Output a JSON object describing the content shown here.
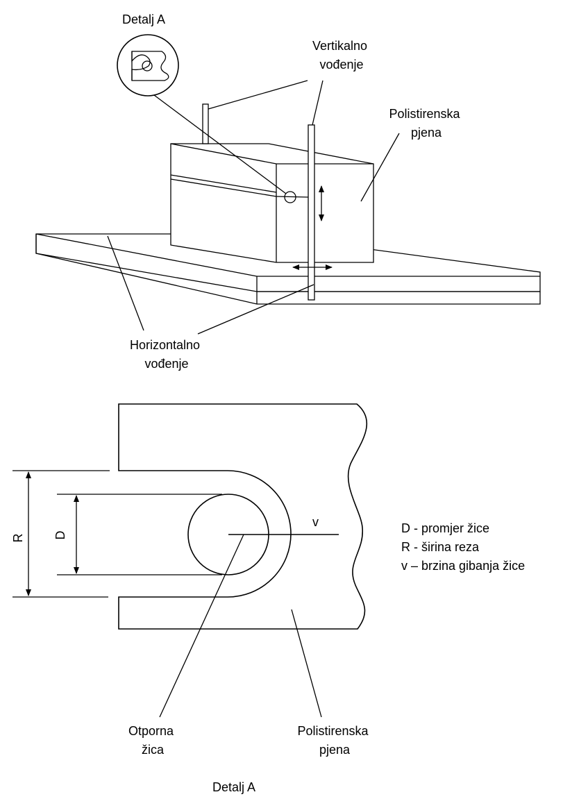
{
  "top_figure": {
    "detail_label": "Detalj A",
    "vertical_guide_label": [
      "Vertikalno",
      "vođenje"
    ],
    "foam_label": [
      "Polistirenska",
      "pjena"
    ],
    "horizontal_guide_label": [
      "Horizontalno",
      "vođenje"
    ]
  },
  "bottom_figure": {
    "dim_R": "R",
    "dim_D": "D",
    "velocity": "v",
    "legend": [
      "D - promjer žice",
      "R - širina reza",
      "v – brzina gibanja žice"
    ],
    "wire_label": [
      "Otporna",
      "žica"
    ],
    "foam_label": [
      "Polistirenska",
      "pjena"
    ],
    "caption": "Detalj A"
  }
}
